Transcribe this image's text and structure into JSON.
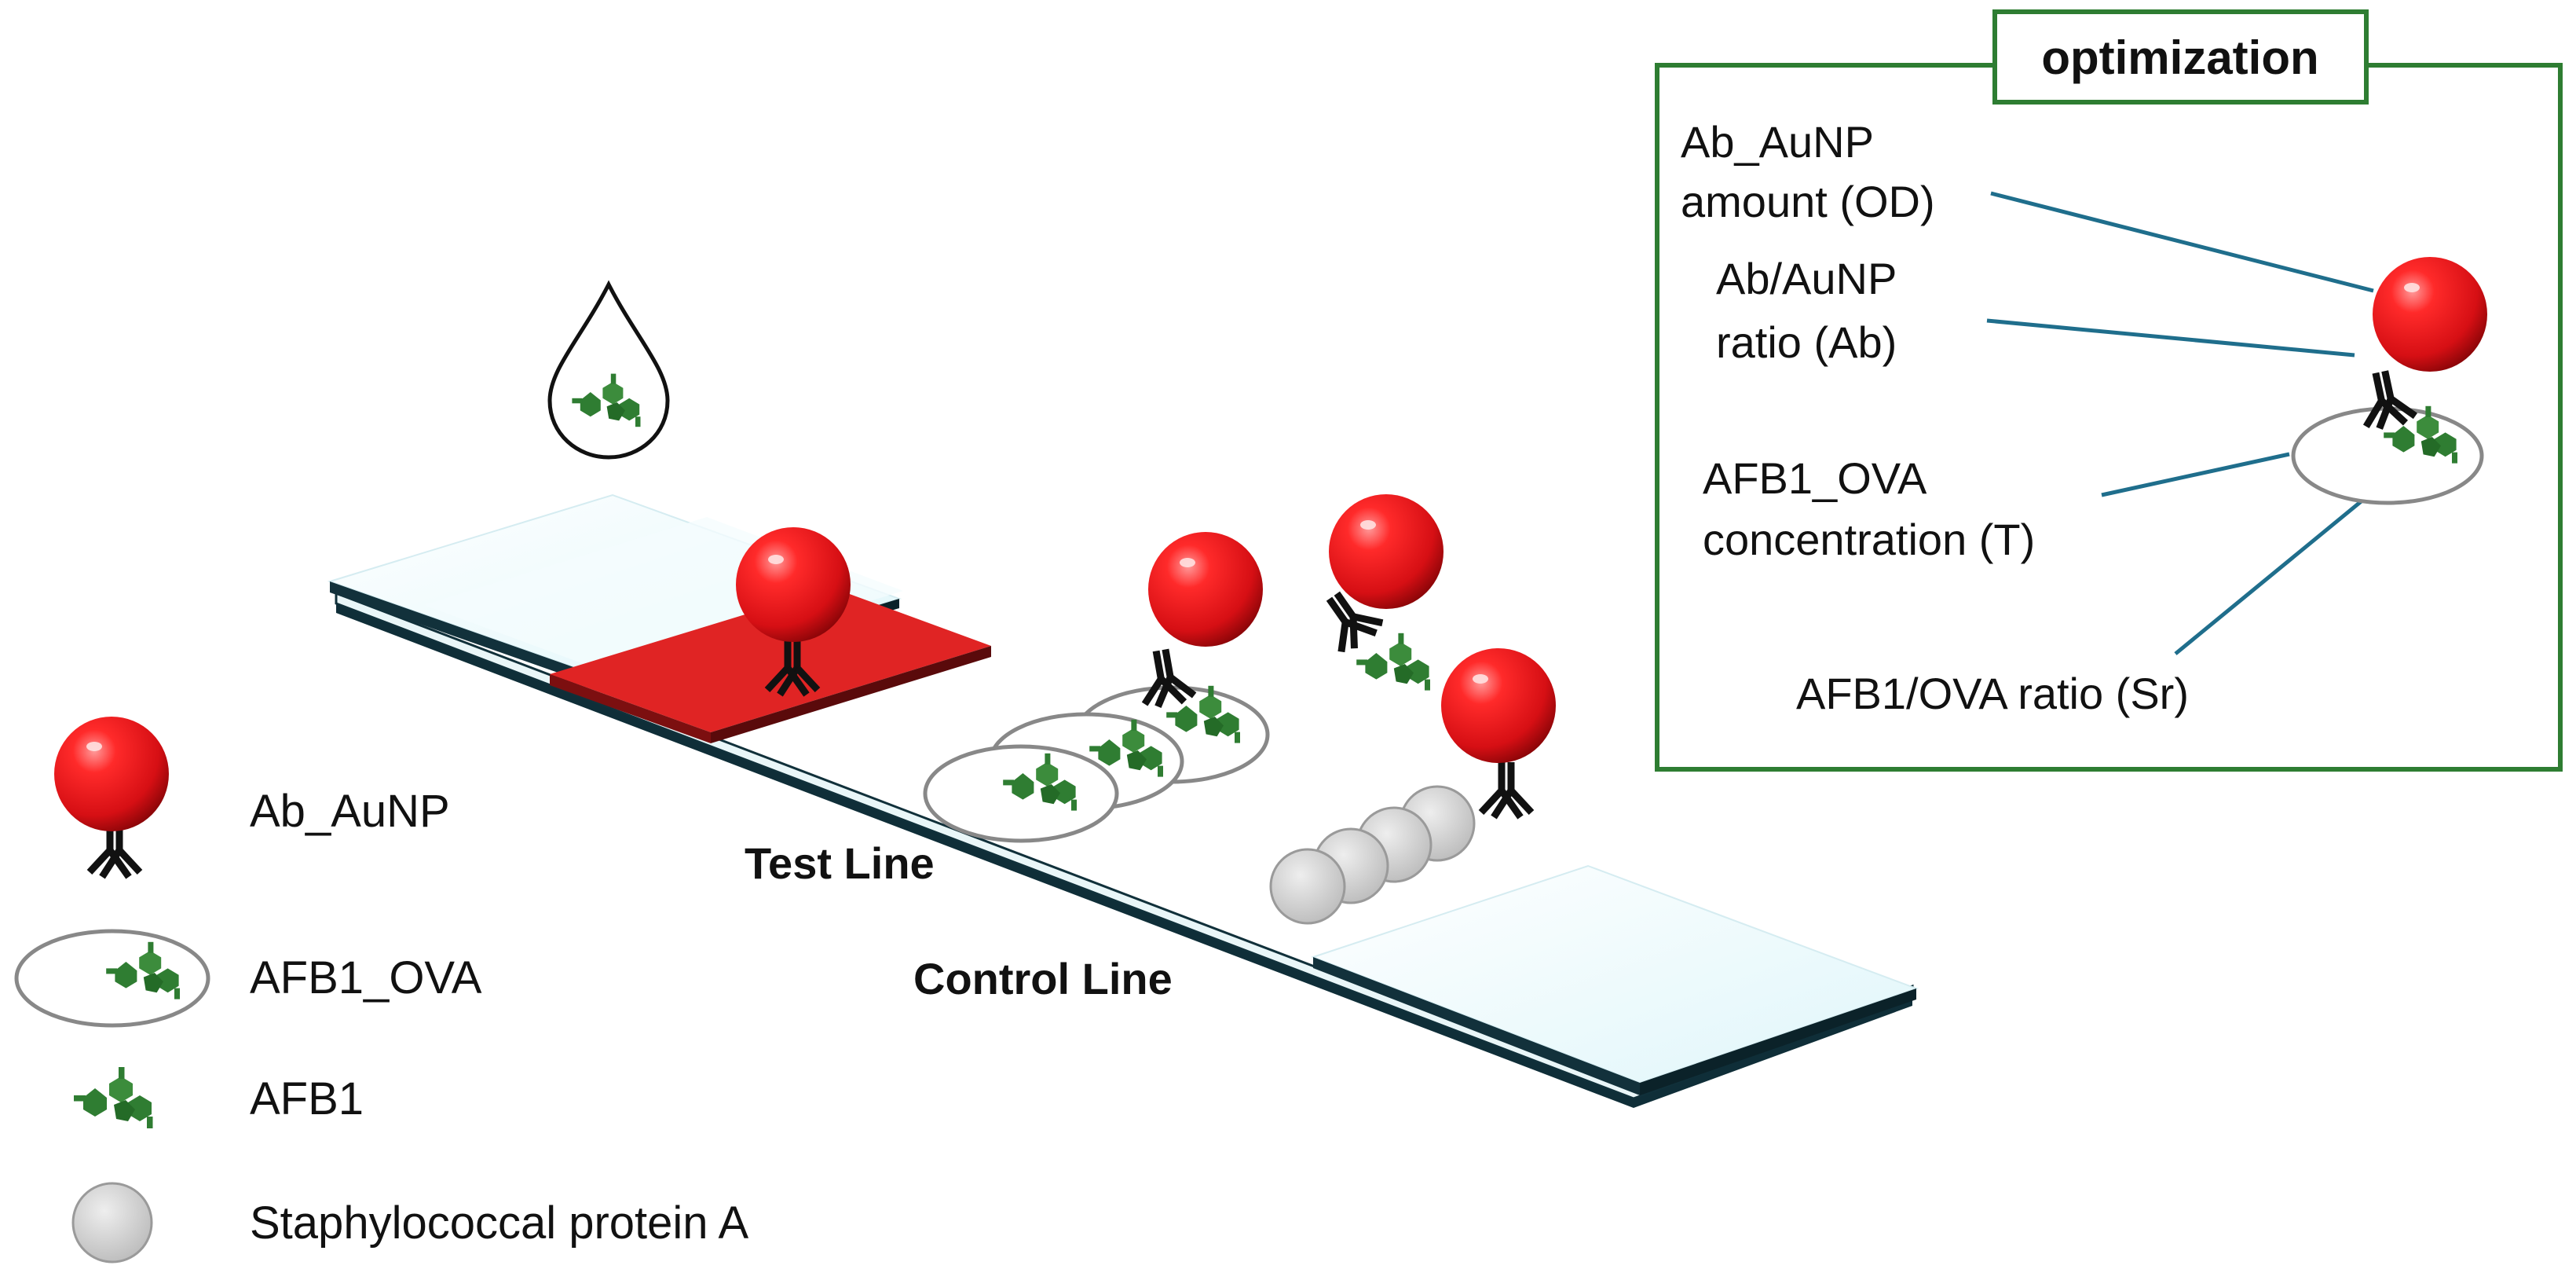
{
  "strip": {
    "test_line_label": "Test Line",
    "control_line_label": "Control Line"
  },
  "legend": {
    "items": [
      {
        "icon": "antibody-gold-nanoparticle-icon",
        "label": "Ab_AuNP"
      },
      {
        "icon": "afb1-ova-conjugate-icon",
        "label": "AFB1_OVA"
      },
      {
        "icon": "afb1-molecule-icon",
        "label": "AFB1"
      },
      {
        "icon": "protein-a-sphere-icon",
        "label": "Staphylococcal protein A"
      }
    ]
  },
  "optimization": {
    "title": "optimization",
    "params": [
      {
        "lines": [
          "Ab_AuNP",
          "amount (OD)"
        ]
      },
      {
        "lines": [
          "Ab/AuNP",
          "ratio (Ab)"
        ]
      },
      {
        "lines": [
          "AFB1_OVA",
          "concentration (T)"
        ]
      },
      {
        "lines": [
          "AFB1/OVA ratio (Sr)"
        ]
      }
    ]
  },
  "colors": {
    "nanoparticle_red": "#e8141b",
    "conjugate_pad_red": "#d81e1e",
    "molecule_green": "#2f7d32",
    "frame_green": "#2e7d32",
    "leader_line": "#1f6e8c",
    "pad_light": "#e8fafc",
    "strip_dark": "#10303a",
    "protein_gray": "#d4d4d4"
  }
}
